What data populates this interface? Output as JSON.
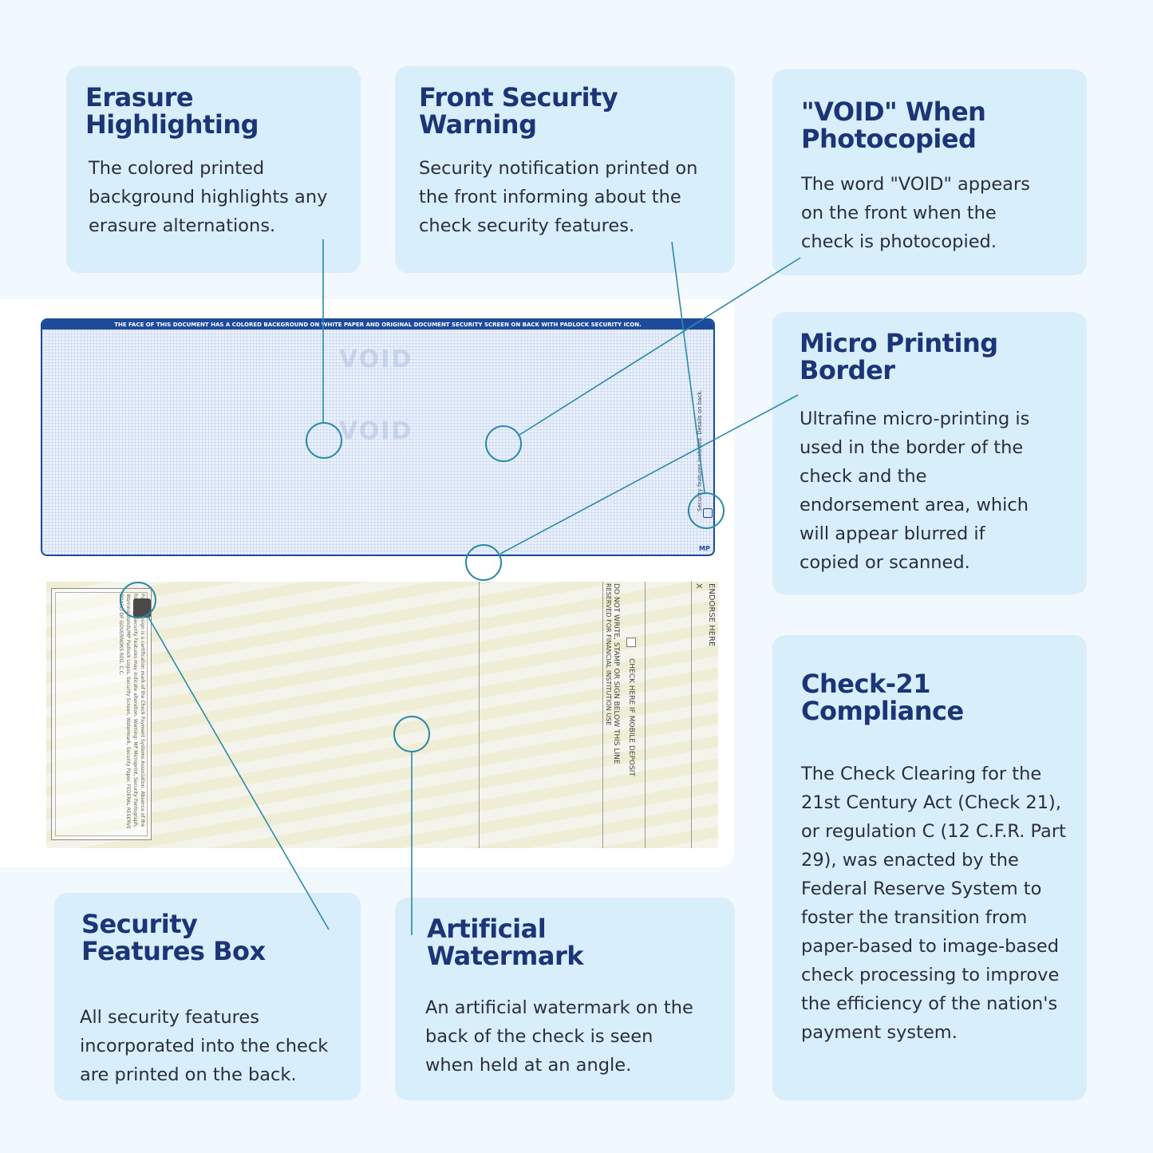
{
  "cards": {
    "erasure": {
      "title_line1": "Erasure",
      "title_line2": "Highlighting",
      "body": "The colored printed background highlights any erasure alternations."
    },
    "front_warning": {
      "title_line1": "Front Security",
      "title_line2": "Warning",
      "body": "Security notification printed on the front informing about the check security features."
    },
    "void": {
      "title_line1": "\"VOID\" When",
      "title_line2": "Photocopied",
      "body": "The word \"VOID\" appears on the front when the check is photocopied."
    },
    "micro": {
      "title_line1": "Micro Printing",
      "title_line2": "Border",
      "body": "Ultrafine micro-printing is used in the border of the check and the endorsement area, which will appear blurred if copied or scanned."
    },
    "check21": {
      "title_line1": "Check-21",
      "title_line2": "Compliance",
      "body": "The Check Clearing for the 21st Century Act (Check 21), or regulation C (12 C.F.R. Part 29), was enacted by the Federal Reserve System to foster the transition from paper-based to image-based check processing to improve the efficiency of the nation's payment system."
    },
    "sec_box": {
      "title_line1": "Security",
      "title_line2": "Features Box",
      "body": "All security features incorporated into the check are printed on the back."
    },
    "watermark": {
      "title_line1": "Artificial",
      "title_line2": "Watermark",
      "body": "An artificial watermark on the back of the check is seen when held at an angle."
    }
  },
  "check_front": {
    "banner": "THE FACE OF THIS DOCUMENT HAS A COLORED BACKGROUND ON WHITE PAPER AND ORIGINAL DOCUMENT SECURITY SCREEN ON BACK WITH PADLOCK SECURITY ICON.",
    "void_word": "VOID",
    "side_text": "Security features included. Details on back.",
    "mp_mark": "MP"
  },
  "check_back": {
    "endorse_here": "ENDORSE HERE",
    "endorse_x": "X",
    "mobile_deposit": "CHECK HERE IF MOBILE DEPOSIT",
    "do_not_write": "DO NOT WRITE, STAMP OR SIGN BELOW THIS LINE",
    "reserved": "RESERVED FOR FINANCIAL INSTITUTION USE",
    "security_box_text": "Padlock design is a certification mark of the Check Payment Systems Association. Absence of the following Security Features may indicate alteration. Warning: MP Microprint, Security Pantograph, Warning Bands/MP Padlock Logos, Security Screen, Watermark, Security Paper. FEDERAL RESERVE BOARD OF GOVERNORS REG. C.C."
  },
  "colors": {
    "card_bg": "#d8eefb",
    "title": "#1c3577",
    "callout": "#2a8aa6",
    "check_border": "#1d4b9c"
  }
}
